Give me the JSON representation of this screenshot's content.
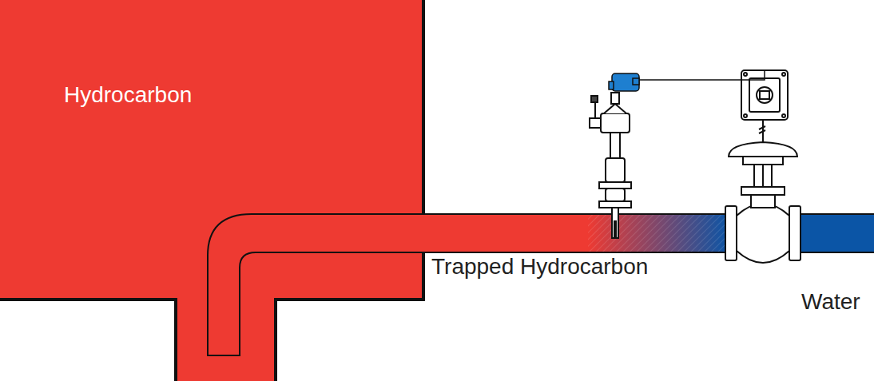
{
  "diagram": {
    "nodes": [
      {
        "text": [
          "Hydrocarbon"
        ]
      }
    ],
    "labels": [
      "Trapped Hydrocarbon",
      "Water"
    ]
  }
}
